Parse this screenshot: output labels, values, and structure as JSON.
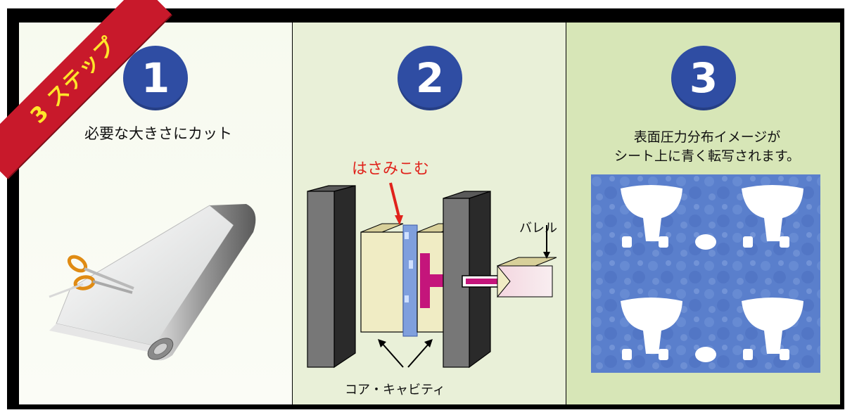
{
  "banner": {
    "text": "3 ステップ"
  },
  "steps": [
    {
      "number": "1",
      "caption": "必要な大きさにカット"
    },
    {
      "number": "2",
      "caption": ""
    },
    {
      "number": "3",
      "caption_line1": "表面圧力分布イメージが",
      "caption_line2": "シート上に青く転写されます。"
    }
  ],
  "diagram": {
    "insert_label": "はさみこむ",
    "barrel_label": "バレル",
    "core_cavity_label": "コア・キャビティ"
  },
  "colors": {
    "step_circle": "#2f4da3",
    "banner": "#c8192b",
    "banner_text": "#ffe62a",
    "insert_label": "#e0221b",
    "sheet_blue": "#5a7fcc",
    "molded_part": "#c4157b"
  }
}
